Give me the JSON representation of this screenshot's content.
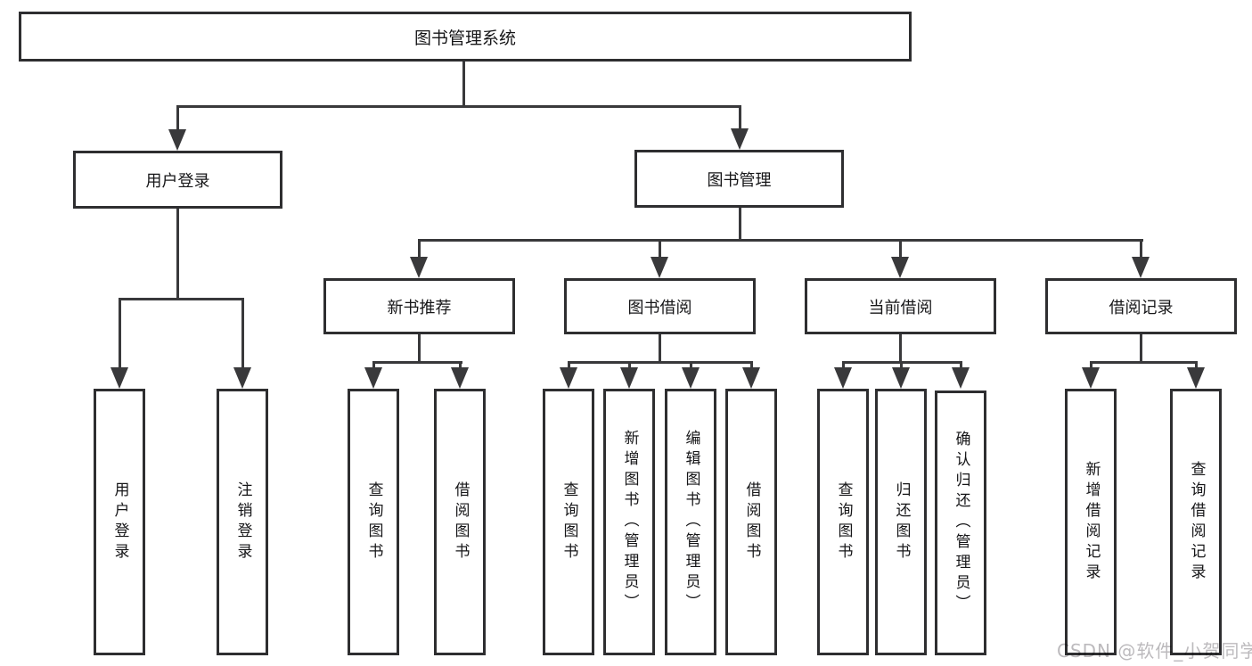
{
  "tree": {
    "label": "图书管理系统",
    "children": [
      {
        "label": "用户登录",
        "children": [
          {
            "label": "用户登录"
          },
          {
            "label": "注销登录"
          }
        ]
      },
      {
        "label": "图书管理",
        "children": [
          {
            "label": "新书推荐",
            "children": [
              {
                "label": "查询图书"
              },
              {
                "label": "借阅图书"
              }
            ]
          },
          {
            "label": "图书借阅",
            "children": [
              {
                "label": "查询图书"
              },
              {
                "label": "新增图书（管理员）"
              },
              {
                "label": "编辑图书（管理员）"
              },
              {
                "label": "借阅图书"
              }
            ]
          },
          {
            "label": "当前借阅",
            "children": [
              {
                "label": "查询图书"
              },
              {
                "label": "归还图书"
              },
              {
                "label": "确认归还（管理员）"
              }
            ]
          },
          {
            "label": "借阅记录",
            "children": [
              {
                "label": "新增借阅记录"
              },
              {
                "label": "查询借阅记录"
              }
            ]
          }
        ]
      }
    ]
  },
  "watermark": {
    "text": "CSDN @软件_小贺同学"
  },
  "colors": {
    "background": "#ffffff",
    "box_border": "#2e2e30",
    "connector_line": "#39393b",
    "text": "#161618",
    "watermark_text": "#bcbabd"
  }
}
